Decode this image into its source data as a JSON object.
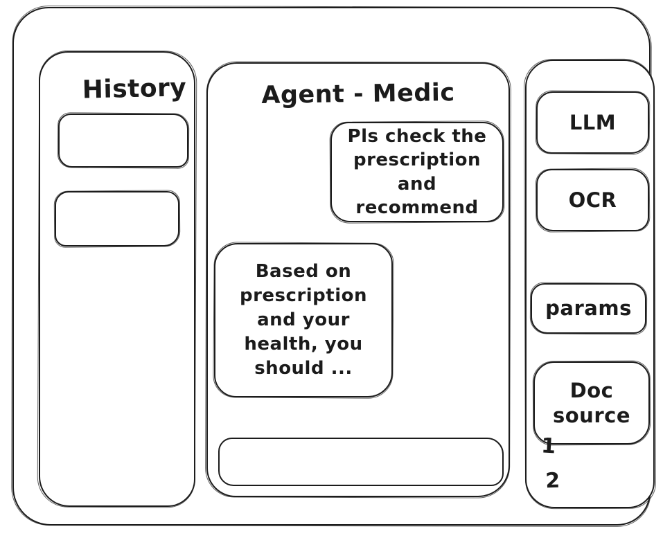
{
  "app": {
    "title": "Agent - Medic"
  },
  "history_panel": {
    "title": "History",
    "items": [
      {
        "label": ""
      },
      {
        "label": ""
      }
    ]
  },
  "chat": {
    "user_message": "Pls check the prescription and recommend",
    "agent_message": "Based on prescription and your health, you should ...",
    "input_value": "",
    "input_placeholder": ""
  },
  "tools_panel": {
    "buttons": [
      {
        "label": "LLM"
      },
      {
        "label": "OCR"
      },
      {
        "label": "params"
      },
      {
        "label": "Doc source"
      }
    ],
    "doc_list": [
      "1",
      "2"
    ]
  },
  "colors": {
    "ink": "#1b1b1b",
    "background": "#ffffff"
  }
}
